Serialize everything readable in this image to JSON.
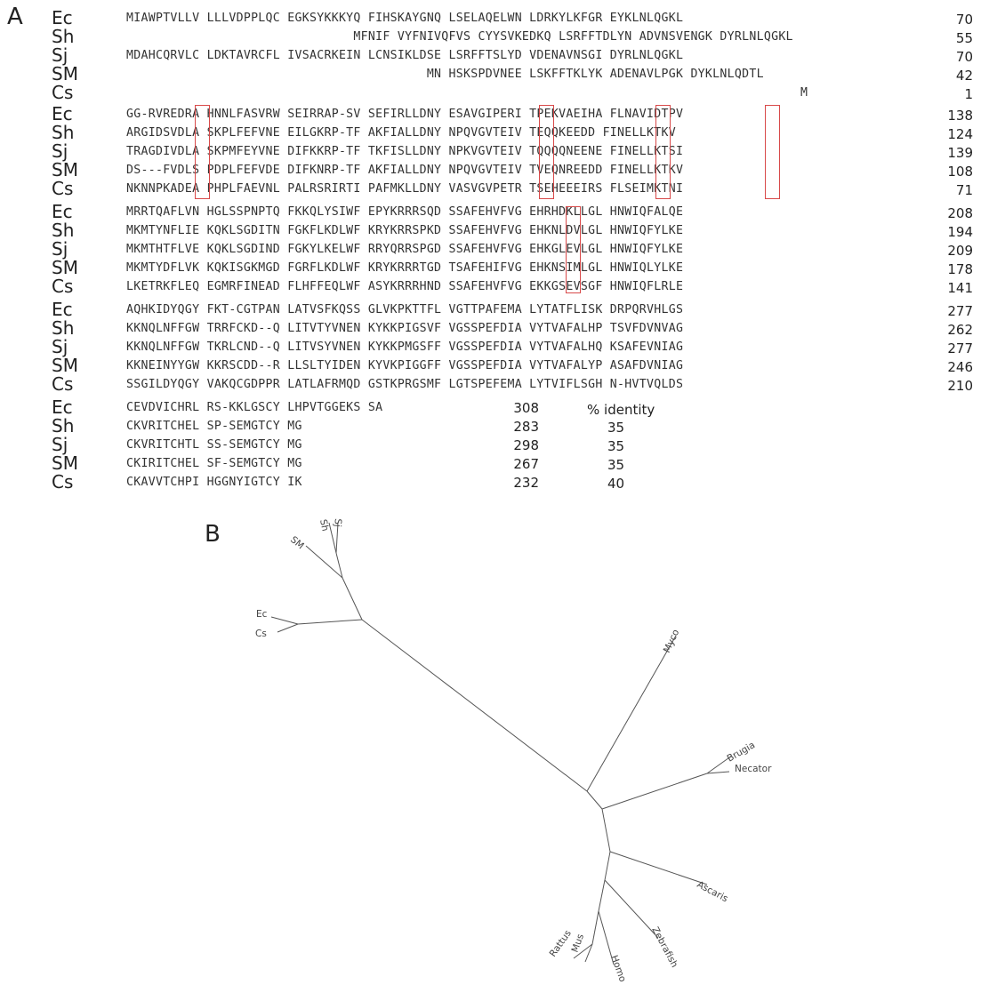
{
  "panel_a": {
    "label": "A",
    "blocks": [
      {
        "rows": [
          {
            "species": "Ec",
            "seq": "MIAWPTVLLV LLLVDPPLQC EGKSYKKKYQ FIHSKAYGNQ LSELAQELWN LDRKYLKFGR EYKLNLQGKL",
            "end": "70"
          },
          {
            "species": "Sh",
            "seq": "                               MFNIF VYFNIVQFVS CYYSVKEDKQ LSRFFTDLYN ADVNSVENGK DYRLNLQGKL",
            "end": "55"
          },
          {
            "species": "Sj",
            "seq": "MDAHCQRVLC LDKTAVRCFL IVSACRKEIN LCNSIKLDSE LSRFFTSLYD VDENAVNSGI DYRLNLQGKL",
            "end": "70"
          },
          {
            "species": "SM",
            "seq": "                                         MN HSKSPDVNEE LSKFFTKLYK ADENAVLPGK DYKLNLQDTL",
            "end": "42"
          },
          {
            "species": "Cs",
            "seq": "                                                                                            M",
            "end": "1"
          }
        ]
      },
      {
        "rows": [
          {
            "species": "Ec",
            "seq": "GG-RVREDRA HNNLFASVRW SEIRRAP-SV SEFIRLLDNY ESAVGIPERI TPEKVAEIHA FLNAVIDTPV",
            "end": "138"
          },
          {
            "species": "Sh",
            "seq": "ARGIDSVDLA SKPLFEFVNE EILGKRP-TF AKFIALLDNY NPQVGVTEIV TEQQKEEDD FINELLKTKV",
            "end": "124"
          },
          {
            "species": "Sj",
            "seq": "TRAGDIVDLA SKPMFEYVNE DIFKKRP-TF TKFISLLDNY NPKVGVTEIV TQQQQNEENE FINELLKTSI",
            "end": "139"
          },
          {
            "species": "SM",
            "seq": "DS---FVDLS PDPLFEFVDE DIFKNRP-TF AKFIALLDNY NPQVGVTEIV TVEQNREEDD FINELLKTKV",
            "end": "108"
          },
          {
            "species": "Cs",
            "seq": "NKNNPKADEA PHPLFAEVNL PALRSRIRTI PAFMKLLDNY VASVGVPETR TSEHEEEIRS FLSEIMKTNI",
            "end": "71"
          }
        ]
      },
      {
        "rows": [
          {
            "species": "Ec",
            "seq": "MRRTQAFLVN HGLSSPNPTQ FKKQLYSIWF EPYKRRRSQD SSAFEHVFVG EHRHDKLLGL HNWIQFALQE",
            "end": "208"
          },
          {
            "species": "Sh",
            "seq": "MKMTYNFLIE KQKLSGDITN FGKFLKDLWF KRYKRRSPKD SSAFEHVFVG EHKNLDVLGL HNWIQFYLKE",
            "end": "194"
          },
          {
            "species": "Sj",
            "seq": "MKMTHTFLVE KQKLSGDIND FGKYLKELWF RRYQRRSPGD SSAFEHVFVG EHKGLEVLGL HNWIQFYLKE",
            "end": "209"
          },
          {
            "species": "SM",
            "seq": "MKMTYDFLVK KQKISGKMGD FGRFLKDLWF KRYKRRRTGD TSAFEHIFVG EHKNSIMLGL HNWIQLYLKE",
            "end": "178"
          },
          {
            "species": "Cs",
            "seq": "LKETRKFLEQ EGMRFINEAD FLHFFEQLWF ASYKRRRHND SSAFEHVFVG EKKGSEVSGF HNWIQFLRLE",
            "end": "141"
          }
        ]
      },
      {
        "rows": [
          {
            "species": "Ec",
            "seq": "AQHKIDYQGY FKT-CGTPAN LATVSFKQSS GLVKPKTTFL VGTTPAFEMA LYTATFLISK DRPQRVHLGS",
            "end": "277"
          },
          {
            "species": "Sh",
            "seq": "KKNQLNFFGW TRRFCKD--Q LITVTYVNEN KYKKPIGSVF VGSSPEFDIA VYTVAFALHP TSVFDVNVAG",
            "end": "262"
          },
          {
            "species": "Sj",
            "seq": "KKNQLNFFGW TKRLCND--Q LITVSYVNEN KYKKPMGSFF VGSSPEFDIA VYTVAFALHQ KSAFEVNIAG",
            "end": "277"
          },
          {
            "species": "SM",
            "seq": "KKNEINYYGW KKRSCDD--R LLSLTYIDEN KYVKPIGGFF VGSSPEFDIA VYTVAFALYP ASAFDVNIAG",
            "end": "246"
          },
          {
            "species": "Cs",
            "seq": "SSGILDYQGY VAKQCGDPPR LATLAFRMQD GSTKPRGSMF LGTSPEFEMA LYTVIFLSGH N-HVTVQLDS",
            "end": "210"
          }
        ]
      }
    ],
    "final_block": {
      "pid_header": "% identity",
      "rows": [
        {
          "species": "Ec",
          "seq": "CEVDVICHRL RS-KKLGSCY LHPVTGGEKS SA",
          "length": "308",
          "identity": ""
        },
        {
          "species": "Sh",
          "seq": "CKVRITCHEL SP-SEMGTCY MG",
          "length": "283",
          "identity": "35"
        },
        {
          "species": "Sj",
          "seq": "CKVRITCHTL SS-SEMGTCY MG",
          "length": "298",
          "identity": "35"
        },
        {
          "species": "SM",
          "seq": "CKIRITCHEL SF-SEMGTCY MG",
          "length": "267",
          "identity": "35"
        },
        {
          "species": "Cs",
          "seq": "CKAVVTCHPI HGGNYIGTCY IK",
          "length": "232",
          "identity": "40"
        }
      ]
    }
  },
  "panel_b": {
    "label": "B",
    "leaves": [
      "SM",
      "Sh",
      "Sj",
      "Ec",
      "Cs",
      "Myco",
      "Brugia",
      "Necator",
      "Ascaris",
      "Zebrafish",
      "Homo",
      "Mus",
      "Rattus"
    ]
  },
  "colors": {
    "highlight_box": "#d84a4a",
    "tree_branch": "#555555",
    "text": "#222222"
  }
}
